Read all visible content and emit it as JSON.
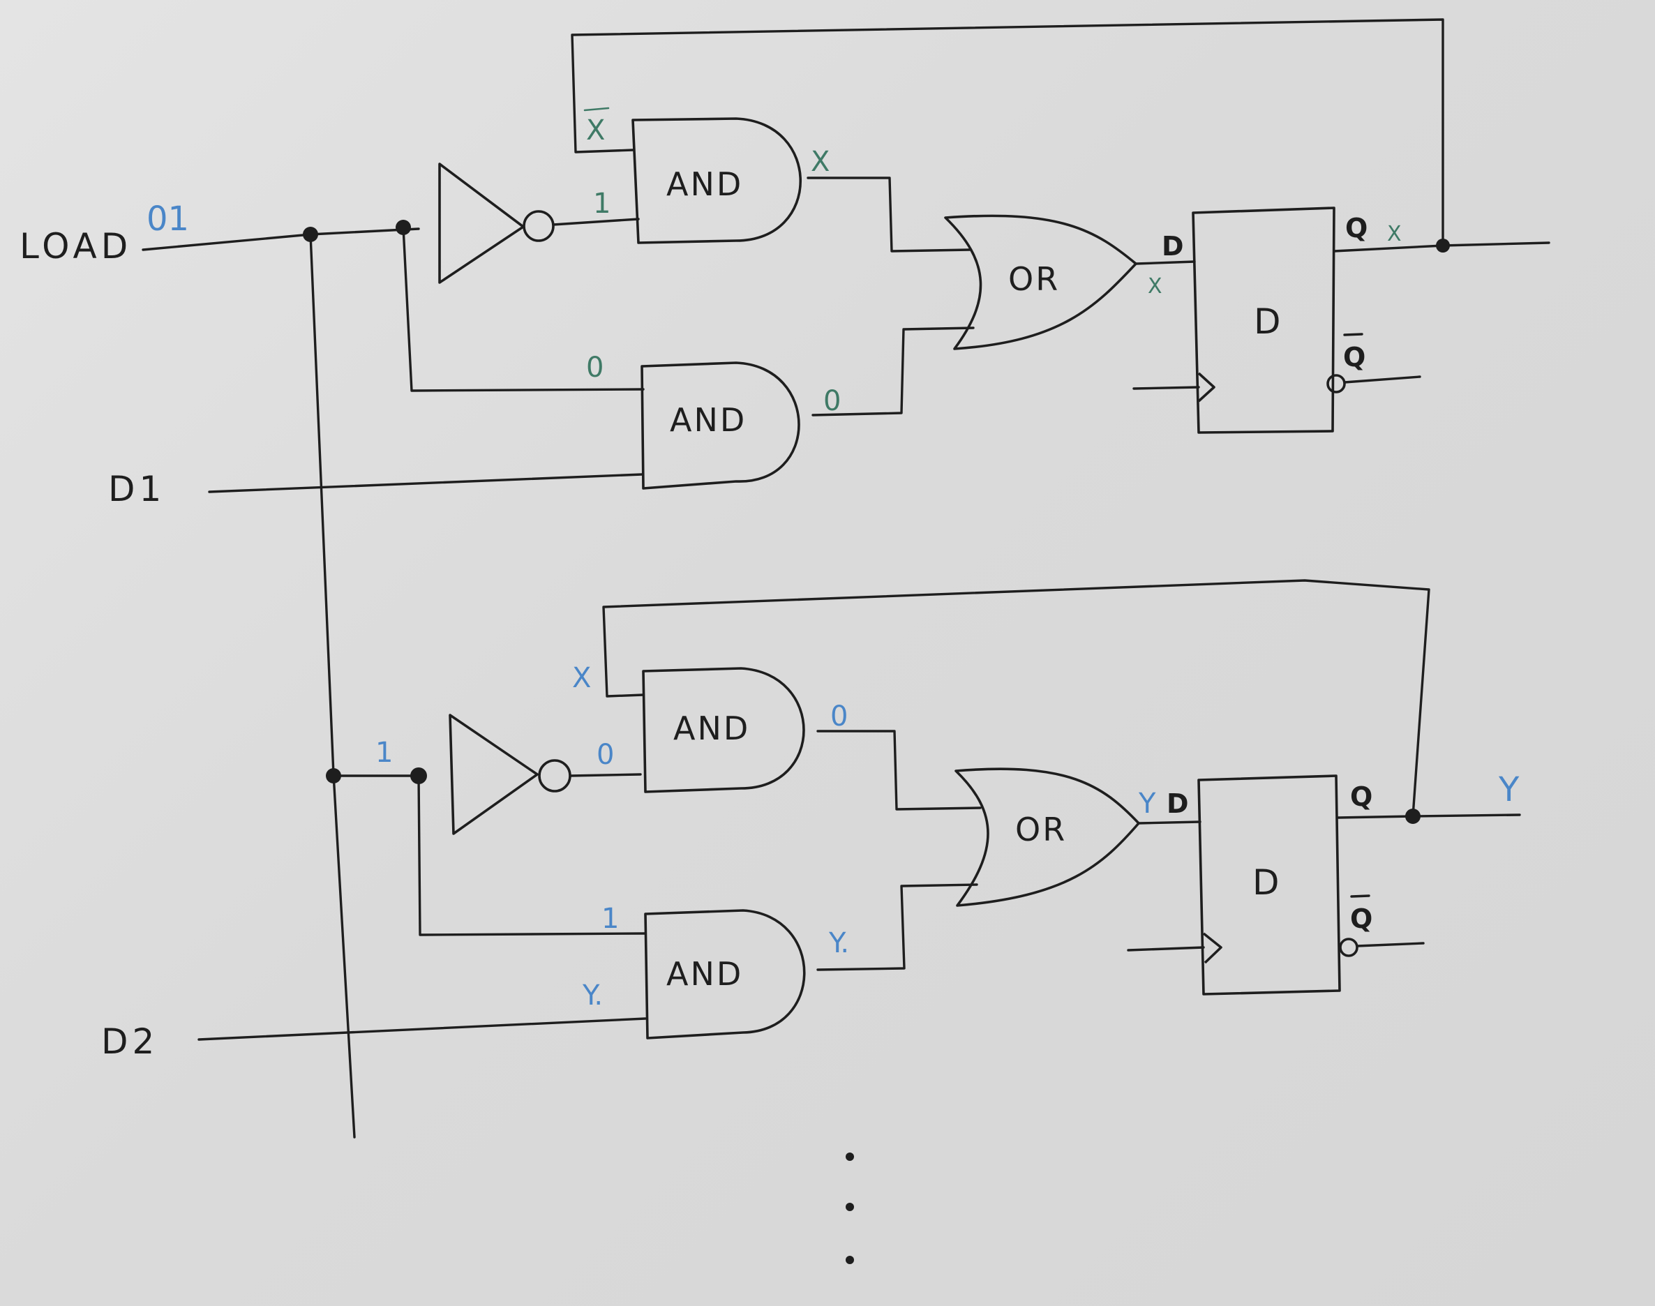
{
  "inputs": {
    "load": "LOAD",
    "d1": "D1",
    "d2": "D2"
  },
  "gates": {
    "and": "AND",
    "or": "OR",
    "dff": "D"
  },
  "pins": {
    "d": "D",
    "q": "Q",
    "qbar": "Q"
  },
  "annotations": {
    "load_value": "01",
    "stage1": {
      "and_top_feedback": "X",
      "not_out": "1",
      "and_top_out": "X",
      "or_out": "X",
      "q_out": "X",
      "and_bot_in": "0",
      "and_bot_out": "0"
    },
    "stage2": {
      "load_branch": "1",
      "feedback": "X",
      "not_out": "0",
      "and_top_out": "0",
      "or_out": "Y",
      "q_out": "Y",
      "and_bot_in_load": "1",
      "and_bot_in_d2": "Y.",
      "and_bot_out": "Y."
    }
  },
  "colors": {
    "ink": "#1e1e1e",
    "blue_marker": "#4a86c8",
    "green_marker": "#3f7a66"
  }
}
